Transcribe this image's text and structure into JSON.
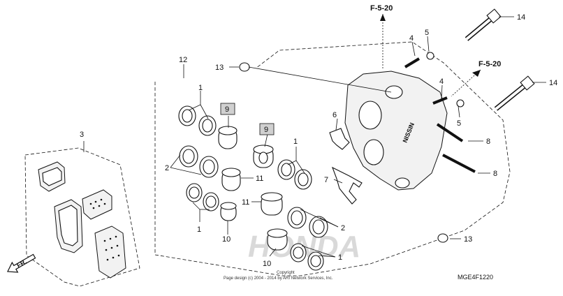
{
  "refs": {
    "top": "F-5-20",
    "right": "F-5-20"
  },
  "callouts": {
    "c1a": "1",
    "c1b": "1",
    "c1c": "1",
    "c1d": "1",
    "c2a": "2",
    "c2b": "2",
    "c3": "3",
    "c4a": "4",
    "c4b": "4",
    "c5a": "5",
    "c5b": "5",
    "c6": "6",
    "c7": "7",
    "c8a": "8",
    "c8b": "8",
    "c9a": "9",
    "c9b": "9",
    "c10a": "10",
    "c10b": "10",
    "c11a": "11",
    "c11b": "11",
    "c12": "12",
    "c13a": "13",
    "c13b": "13",
    "c14a": "14",
    "c14b": "14"
  },
  "front_arrow": "FR.",
  "watermark": "HONDA",
  "caliper_brand": "NISSIN",
  "copyright": {
    "line1": "Copyright",
    "line2": "Page design (c) 2004 - 2014 by ARI Network Services, Inc."
  },
  "diagram_code": "MGE4F1220"
}
